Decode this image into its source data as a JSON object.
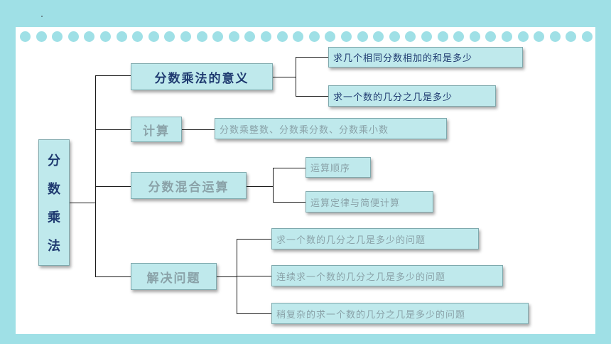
{
  "root": {
    "chars": [
      "分",
      "数",
      "乘",
      "法"
    ]
  },
  "branches": [
    {
      "label": "分数乘法的意义",
      "children": [
        "求几个相同分数相加的和是多少",
        "求一个数的几分之几是多少"
      ]
    },
    {
      "label": "计算",
      "children": [
        "分数乘整数、分数乘分数、分数乘小数"
      ]
    },
    {
      "label": "分数混合运算",
      "children": [
        "运算顺序",
        "运算定律与简便计算"
      ]
    },
    {
      "label": "解决问题",
      "children": [
        "求一个数的几分之几是多少的问题",
        "连续求一个数的几分之几是多少的问题",
        "稍复杂的求一个数的几分之几是多少的问题"
      ]
    }
  ]
}
